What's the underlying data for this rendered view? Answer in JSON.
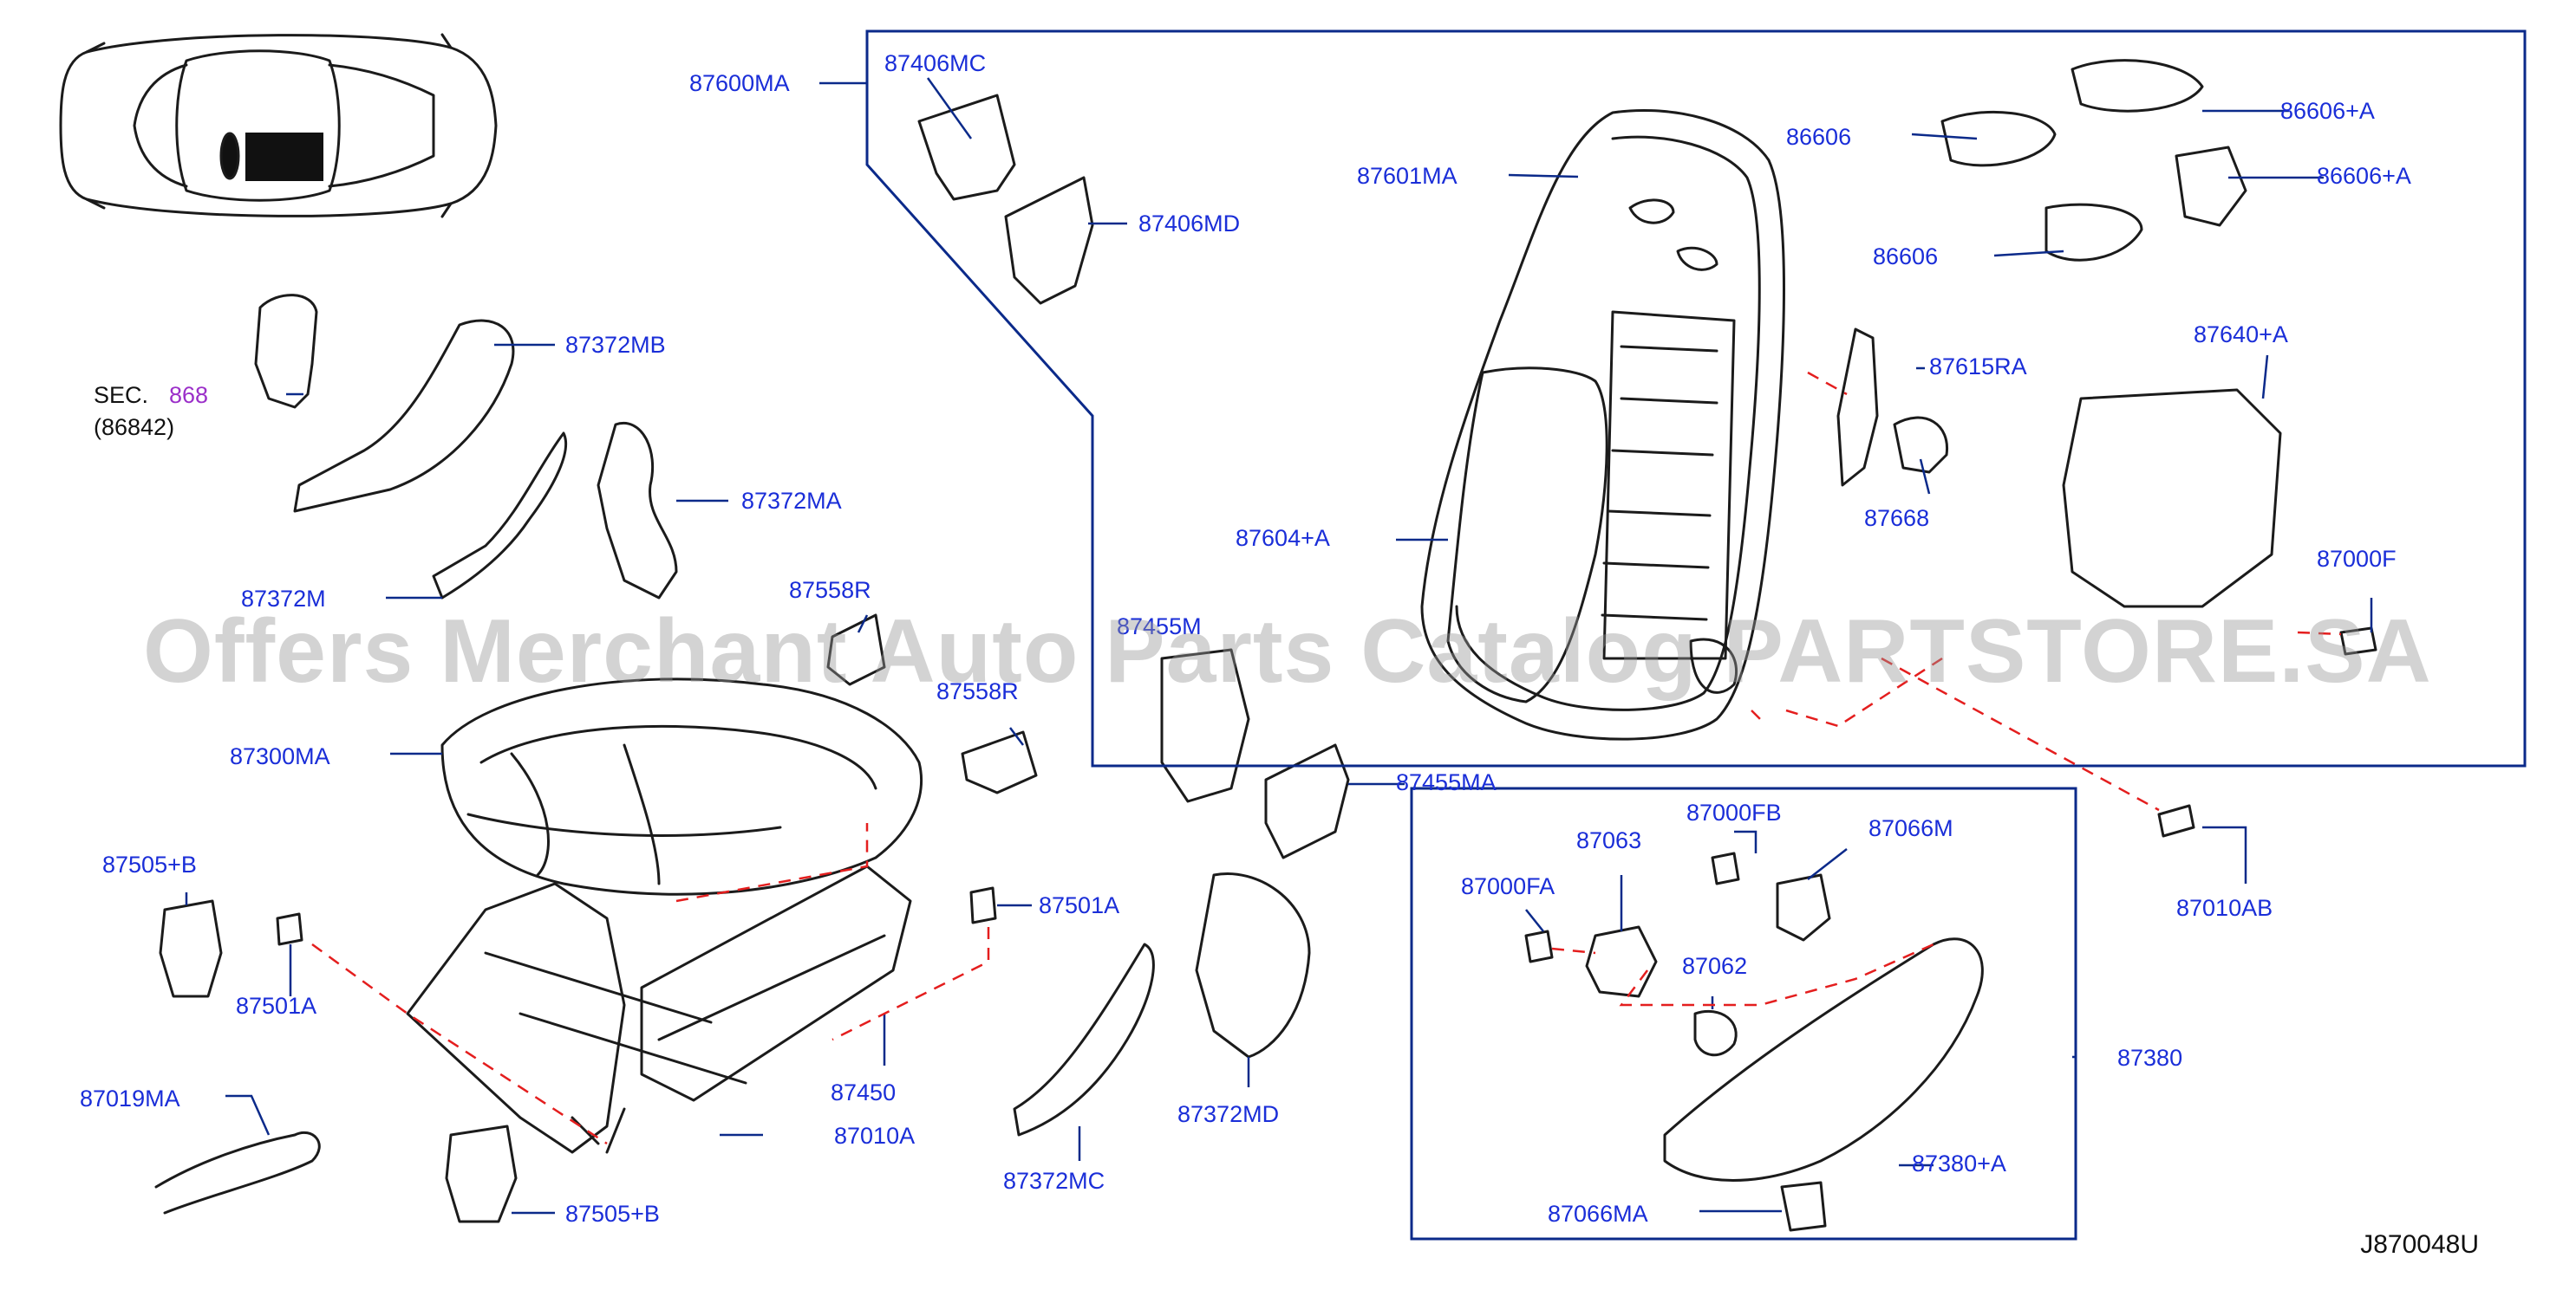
{
  "diagram": {
    "code": "J870048U",
    "watermark": "Offers Merchant Auto Parts Catalog PARTSTORE.SA",
    "sec_ref": {
      "prefix": "SEC.",
      "number": "868",
      "sub": "(86842)"
    },
    "colors": {
      "label": "#1a2ed8",
      "line": "#0b2a8a",
      "dashed": "#e41e1e",
      "sec_link": "#9b2fc9"
    },
    "labels": {
      "p87600MA": "87600MA",
      "p87406MC": "87406MC",
      "p87406MD": "87406MD",
      "p87601MA": "87601MA",
      "p86606a": "86606",
      "p86606pa1": "86606+A",
      "p86606pa2": "86606+A",
      "p86606b": "86606",
      "p87615RA": "87615RA",
      "p87640A": "87640+A",
      "p87668": "87668",
      "p87604A": "87604+A",
      "p87000F": "87000F",
      "p87372MB": "87372MB",
      "p87372MA": "87372MA",
      "p87372M": "87372M",
      "p87558R1": "87558R",
      "p87558R2": "87558R",
      "p87455M": "87455M",
      "p87300MA": "87300MA",
      "p87455MA": "87455MA",
      "p87010AB": "87010AB",
      "p87505B1": "87505+B",
      "p87501A1": "87501A",
      "p87501A2": "87501A",
      "p87450": "87450",
      "p87010A": "87010A",
      "p87019MA": "87019MA",
      "p87505B2": "87505+B",
      "p87372MC": "87372MC",
      "p87372MD": "87372MD",
      "p87000FB": "87000FB",
      "p87066M": "87066M",
      "p87063": "87063",
      "p87000FA": "87000FA",
      "p87062": "87062",
      "p87380": "87380",
      "p87380A": "87380+A",
      "p87066MA": "87066MA"
    }
  }
}
